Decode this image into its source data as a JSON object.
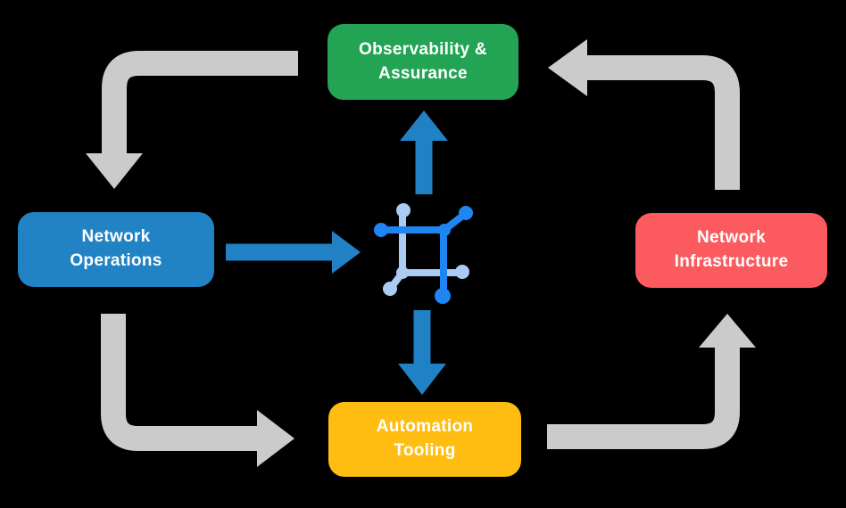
{
  "background": "#000000",
  "nodes": [
    {
      "id": "observability-assurance",
      "label": "Observability &\nAssurance",
      "color": "#23A455",
      "text_color": "#FFFFFF"
    },
    {
      "id": "network-operations",
      "label": "Network\nOperations",
      "color": "#2182C4",
      "text_color": "#FFFFFF"
    },
    {
      "id": "network-infrastructure",
      "label": "Network\nInfrastructure",
      "color": "#FB5B5F",
      "text_color": "#FFFFFF"
    },
    {
      "id": "automation-tooling",
      "label": "Automation\nTooling",
      "color": "#FEBD10",
      "text_color": "#FFFFFF"
    }
  ],
  "center_icon": {
    "name": "network-mesh-icon",
    "colors": {
      "primary": "#1E85F2",
      "secondary": "#A9CBF4"
    }
  },
  "arrows": {
    "cycle_color": "#CBCBCB",
    "flow_color": "#2181C5",
    "cycle": [
      {
        "from": "observability-assurance",
        "to": "network-operations",
        "shape": "elbow, arrowhead points down"
      },
      {
        "from": "network-operations",
        "to": "automation-tooling",
        "shape": "elbow, arrowhead points right"
      },
      {
        "from": "automation-tooling",
        "to": "network-infrastructure",
        "shape": "elbow, arrowhead points up"
      },
      {
        "from": "network-infrastructure",
        "to": "observability-assurance",
        "shape": "elbow, arrowhead points left"
      }
    ],
    "flow": [
      {
        "from": "network-operations",
        "to": "center-icon",
        "direction": "right"
      },
      {
        "from": "center-icon",
        "to": "observability-assurance",
        "direction": "up"
      },
      {
        "from": "center-icon",
        "to": "automation-tooling",
        "direction": "down"
      }
    ]
  }
}
